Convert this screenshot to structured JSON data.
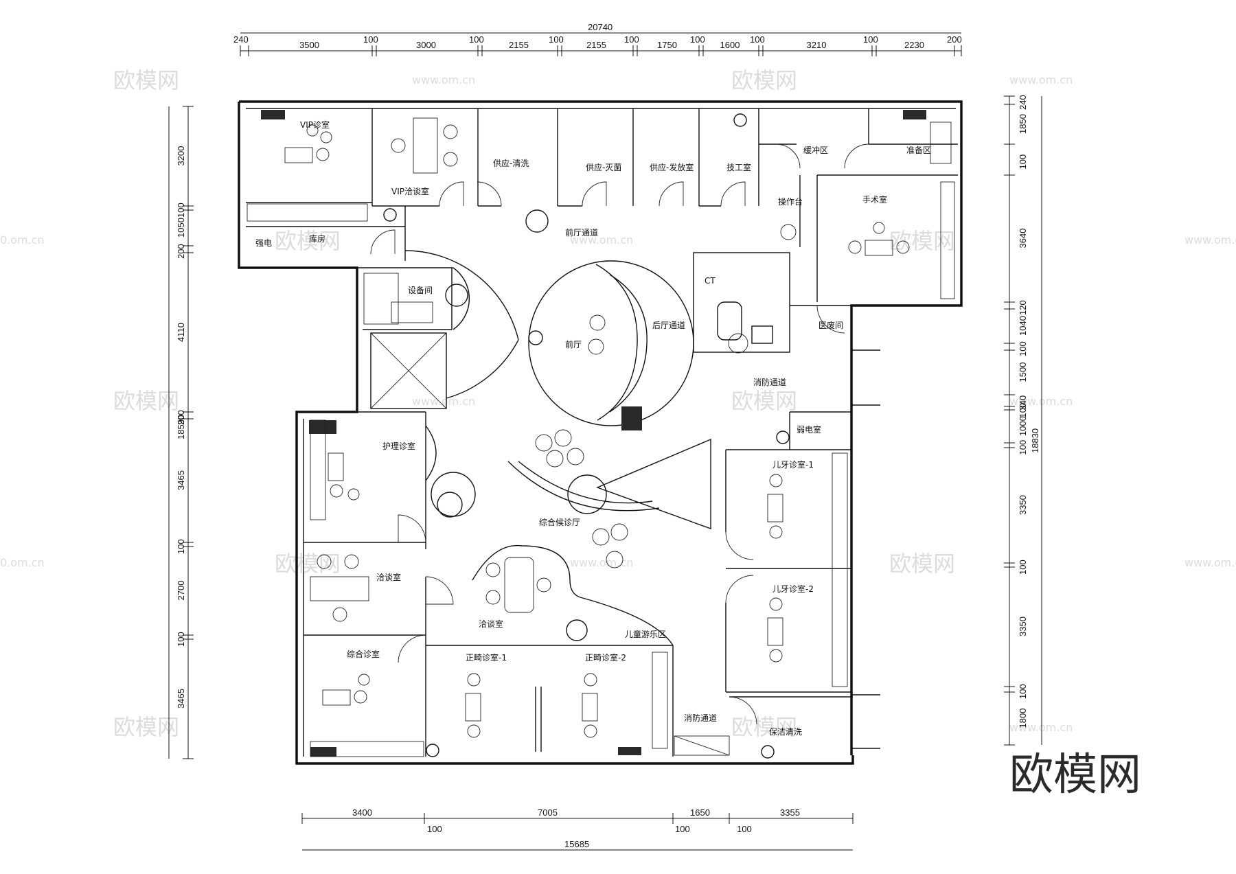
{
  "rooms": {
    "vip_clinic": "VIP诊室",
    "vip_consult": "VIP洽谈室",
    "supply_clean": "供应-清洗",
    "supply_sterile": "供应-灭菌",
    "supply_dispense": "供应-发放室",
    "tech_room": "技工室",
    "buffer": "缓冲区",
    "prep": "准备区",
    "operation_table": "操作台",
    "surgery": "手术室",
    "power": "强电",
    "storage": "库房",
    "equipment": "设备间",
    "front_corridor": "前厅通道",
    "ct": "CT",
    "reception": "前厅",
    "back_corridor": "后厅通道",
    "medical_waste": "医废间",
    "fire_corridor_1": "消防通道",
    "weak_power": "弱电室",
    "nursing": "护理诊室",
    "waiting_hall": "综合候诊厅",
    "kids_1": "儿牙诊室-1",
    "kids_2": "儿牙诊室-2",
    "consult_1": "洽谈室",
    "consult_2": "洽谈室",
    "kids_play": "儿童游乐区",
    "general": "综合诊室",
    "ortho_1": "正畸诊室-1",
    "ortho_2": "正畸诊室-2",
    "fire_corridor_2": "消防通道",
    "cleaning": "保洁清洗"
  },
  "dimensions": {
    "top_total": "20740",
    "top_segments": [
      "240",
      "3500",
      "100",
      "3000",
      "100",
      "2155",
      "100",
      "2155",
      "100",
      "1750",
      "100",
      "1600",
      "100",
      "3210",
      "100",
      "2230",
      "200"
    ],
    "left_total": "18590",
    "left_segments": [
      "3200",
      "100",
      "1050",
      "200",
      "4110",
      "200",
      "3465",
      "100",
      "2700",
      "100",
      "3465"
    ],
    "right_total": "18830",
    "right_segments": [
      "240",
      "1850",
      "100",
      "3640",
      "120",
      "1040",
      "100",
      "1500",
      "340",
      "100",
      "1000",
      "100",
      "3350",
      "100",
      "3350",
      "100",
      "1800"
    ],
    "bottom_total": "15685",
    "bottom_segments": [
      "3400",
      "7005",
      "1650",
      "3355"
    ],
    "bottom_small": [
      "100",
      "100",
      "100"
    ]
  },
  "watermark": {
    "brand": "欧模网",
    "url": "www.om.cn",
    "url_partial": "0.om.cn"
  }
}
